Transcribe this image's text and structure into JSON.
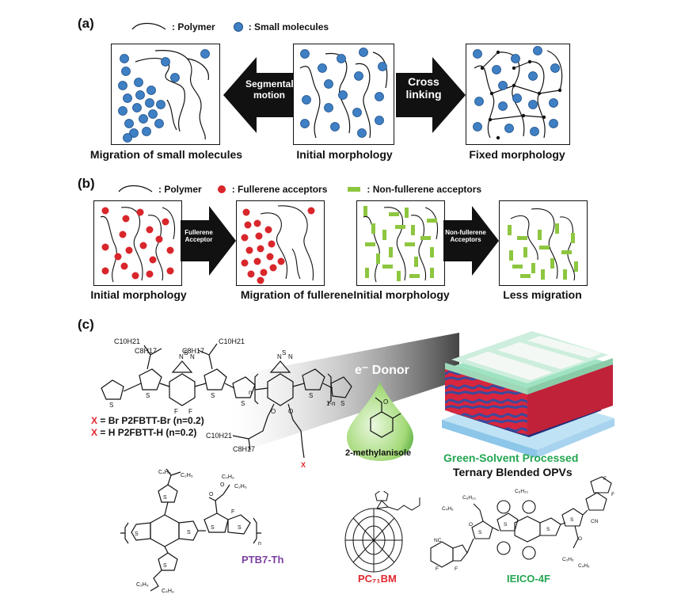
{
  "panel_a": {
    "label": "(a)",
    "legend": {
      "polymer": ": Polymer",
      "small_molecules": ": Small molecules"
    },
    "arrow_left": [
      "Segmental",
      "motion"
    ],
    "arrow_right": [
      "Cross",
      "linking"
    ],
    "captions": {
      "left": "Migration of small molecules",
      "center": "Initial morphology",
      "right": "Fixed morphology"
    }
  },
  "panel_b": {
    "label": "(b)",
    "legend": {
      "polymer": ": Polymer",
      "fullerene": ": Fullerene acceptors",
      "non_fullerene": ": Non-fullerene acceptors"
    },
    "arrow_1": [
      "Fullerene",
      "Acceptor"
    ],
    "arrow_2": [
      "Non-fullerene",
      "Acceptors"
    ],
    "captions": [
      "Initial morphology",
      "Migration of fullerene",
      "Initial morphology",
      "Less migration"
    ]
  },
  "panel_c": {
    "label": "(c)",
    "polymer_labels": {
      "x_br": "X = Br  P2FBTT-Br (n=0.2)",
      "x_h": "X = H  P2FBTT-H (n=0.2)",
      "x_marker": "X",
      "x_br_label": "= Br  P2FBTT-Br (n=0.2)",
      "x_h_label": "= H  P2FBTT-H (n=0.2)"
    },
    "donor": "e⁻ Donor",
    "solvent": "2-methylanisole",
    "device": {
      "line1": "Green-Solvent Processed",
      "line2": "Ternary Blended OPVs"
    },
    "molecules": {
      "ptb7": "PTB7-Th",
      "pcbm": "PC₇₁BM",
      "ieico": "IEICO-4F"
    },
    "substituents": [
      "C10H21",
      "C8H17",
      "C8H17",
      "C10H21",
      "C10H21",
      "C8H17"
    ],
    "colors": {
      "blue_dot": "#3f7fc4",
      "red_dot": "#d8262b",
      "green_bar": "#8dc63f",
      "green_text": "#23a650",
      "purple_text": "#7b3fa0",
      "red_text": "#e0282e"
    }
  }
}
